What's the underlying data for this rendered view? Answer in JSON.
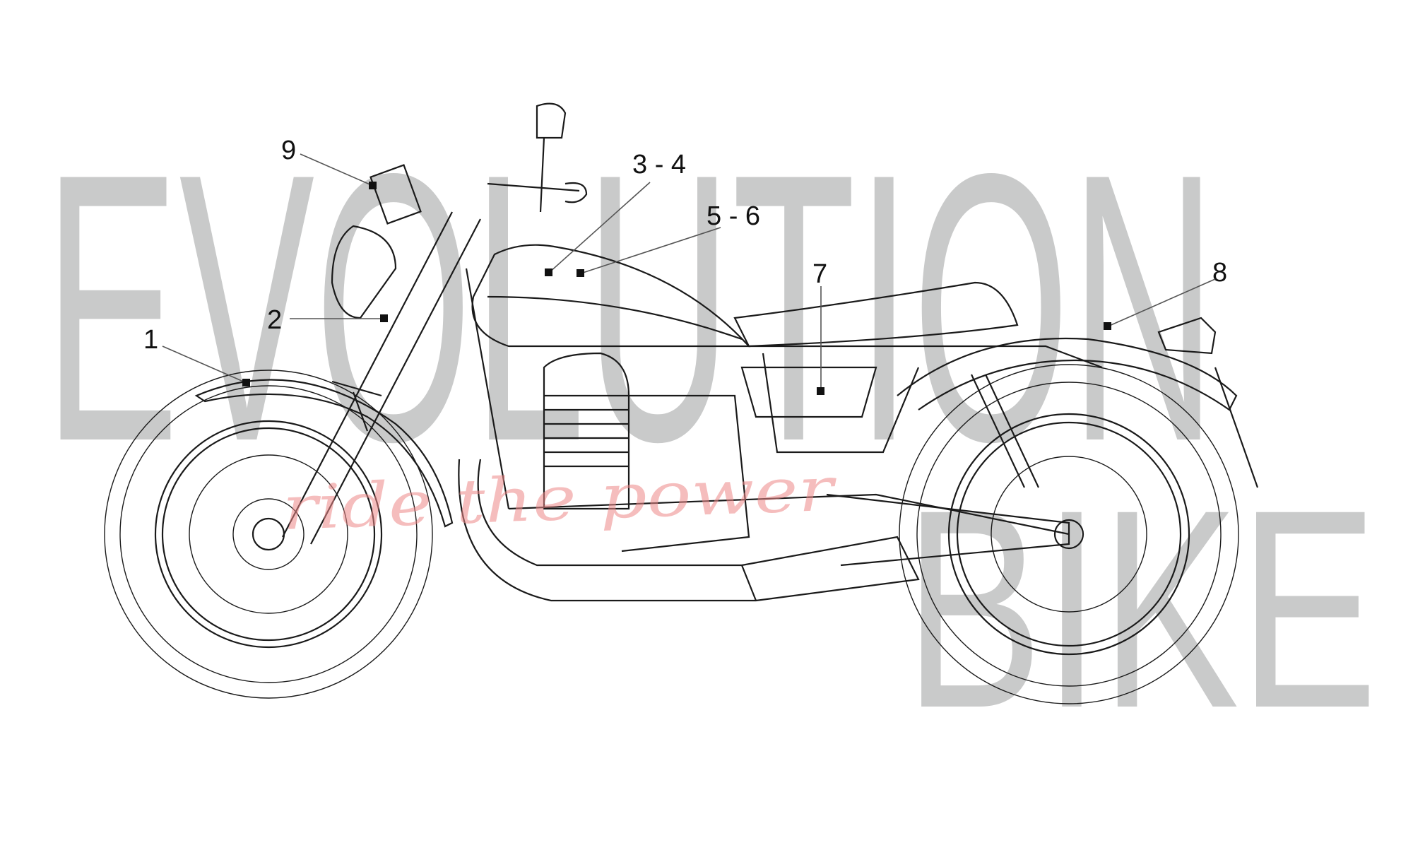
{
  "watermark": {
    "line1": "EVOLUTION",
    "line2": "BIKE",
    "slogan": "ride the power",
    "color": "#c9caca",
    "slogan_color": "#e88888"
  },
  "callouts": [
    {
      "id": "1",
      "label": "1"
    },
    {
      "id": "2",
      "label": "2"
    },
    {
      "id": "3-4",
      "label": "3 - 4"
    },
    {
      "id": "5-6",
      "label": "5 - 6"
    },
    {
      "id": "7",
      "label": "7"
    },
    {
      "id": "8",
      "label": "8"
    },
    {
      "id": "9",
      "label": "9"
    }
  ]
}
